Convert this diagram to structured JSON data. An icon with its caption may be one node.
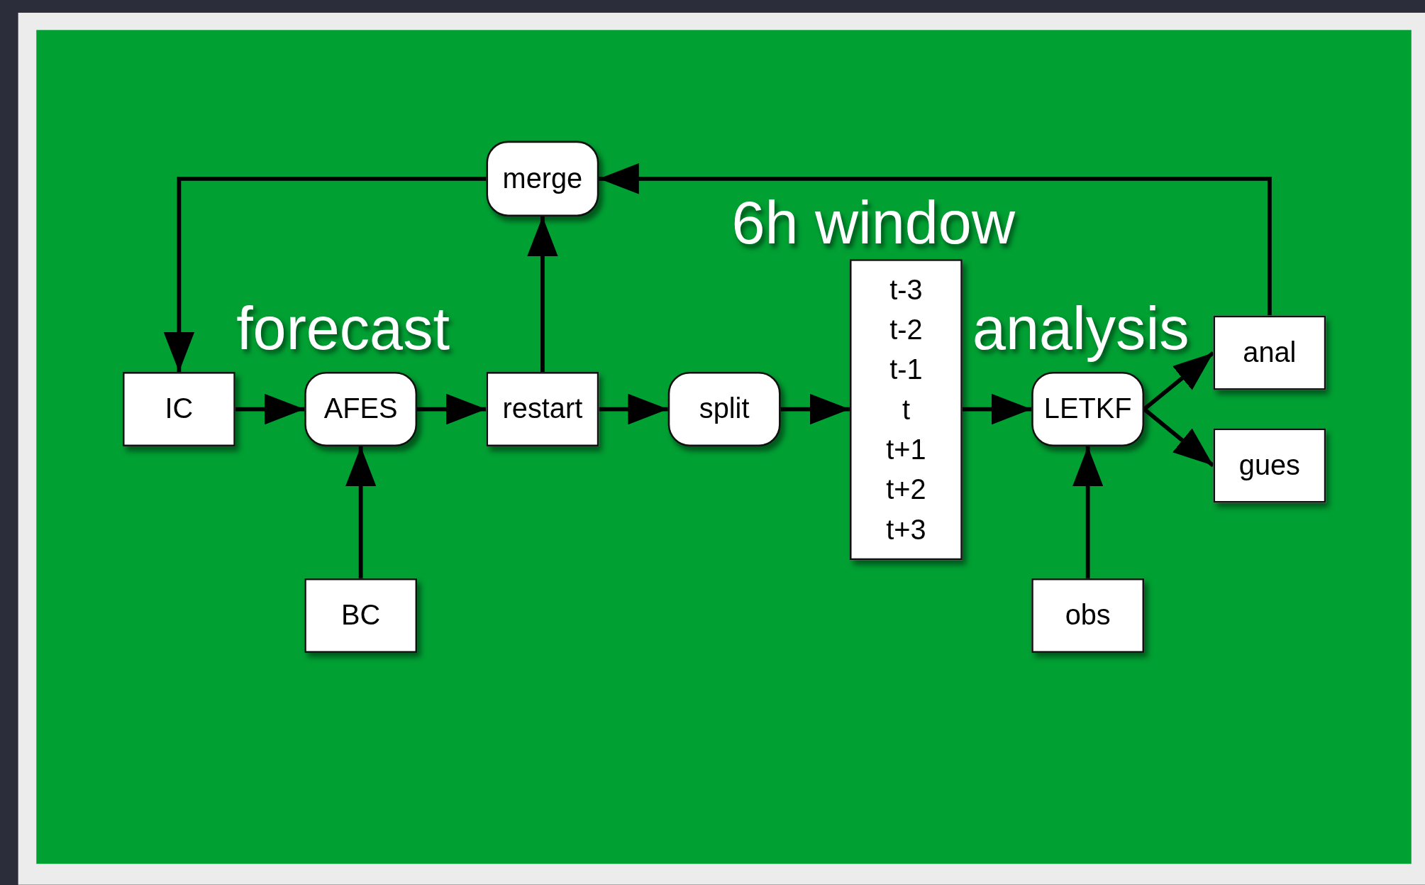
{
  "diagram": {
    "nodes": [
      {
        "text": [
          "merge"
        ]
      },
      {
        "text": [
          "IC"
        ]
      },
      {
        "text": [
          "AFES"
        ]
      },
      {
        "text": [
          "restart"
        ]
      },
      {
        "text": [
          "split"
        ]
      },
      {
        "text": [
          "t-3",
          "t-2",
          "t-1",
          "t",
          "t+1",
          "t+2",
          "t+3"
        ]
      },
      {
        "text": [
          "LETKF"
        ]
      },
      {
        "text": [
          "anal"
        ]
      },
      {
        "text": [
          "gues"
        ]
      },
      {
        "text": [
          "BC"
        ]
      },
      {
        "text": [
          "obs"
        ]
      }
    ],
    "edges": [
      {
        "from": 1,
        "to": 2,
        "arrow": "to"
      },
      {
        "from": 2,
        "to": 3,
        "arrow": "to"
      },
      {
        "from": 3,
        "to": 4,
        "arrow": "to"
      },
      {
        "from": 4,
        "to": 5,
        "arrow": "to"
      },
      {
        "from": 5,
        "to": 6,
        "arrow": "to"
      },
      {
        "from": 6,
        "to": 7,
        "arrow": "to"
      },
      {
        "from": 6,
        "to": 8,
        "arrow": "to"
      },
      {
        "from": 9,
        "to": 2,
        "arrow": "to"
      },
      {
        "from": 10,
        "to": 6,
        "arrow": "to"
      },
      {
        "from": 3,
        "to": 0,
        "arrow": "to"
      },
      {
        "from": 7,
        "to": 0,
        "arrow": "to"
      },
      {
        "from": 0,
        "to": 1,
        "arrow": "to"
      }
    ],
    "labels": [
      "6h window",
      "forecast",
      "analysis"
    ]
  }
}
